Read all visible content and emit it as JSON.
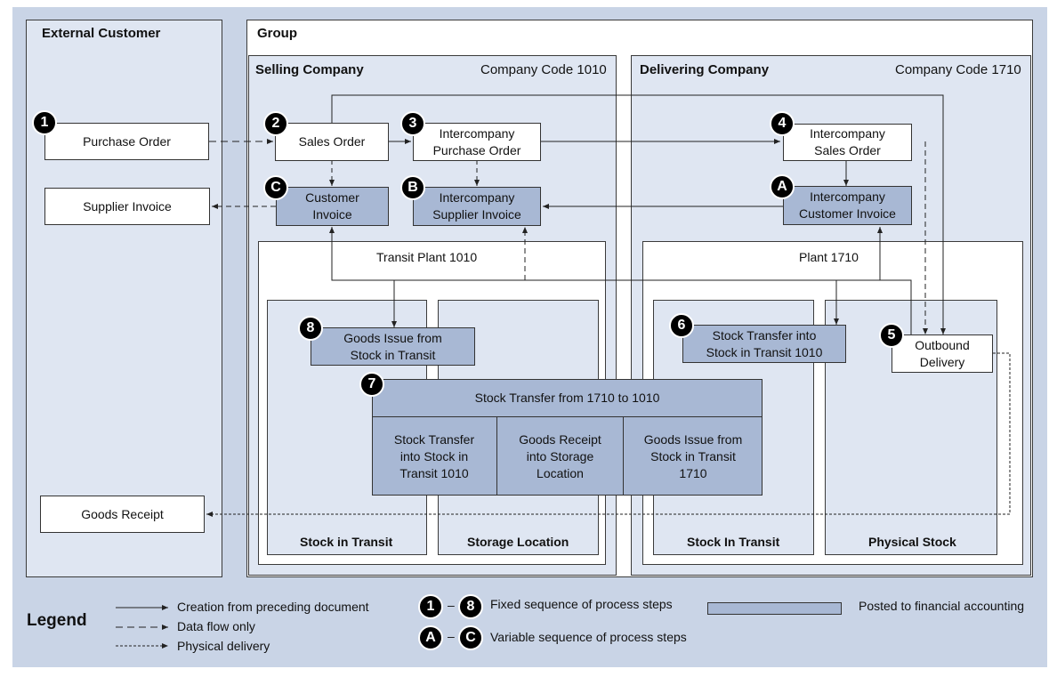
{
  "lanes": {
    "external": "External Customer",
    "group": "Group",
    "selling": "Selling Company",
    "selling_code": "Company Code 1010",
    "delivering": "Delivering Company",
    "delivering_code": "Company Code 1710"
  },
  "plants": {
    "transit": "Transit Plant 1010",
    "plant": "Plant 1710",
    "sub_stock_transit_1": "Stock in Transit",
    "sub_storage_location": "Storage Location",
    "sub_stock_transit_2": "Stock In Transit",
    "sub_physical_stock": "Physical Stock"
  },
  "boxes": {
    "purchase_order": "Purchase Order",
    "supplier_invoice": "Supplier Invoice",
    "goods_receipt": "Goods Receipt",
    "sales_order": "Sales Order",
    "ic_purchase_order_1": "Intercompany",
    "ic_purchase_order_2": "Purchase Order",
    "customer_invoice_1": "Customer",
    "customer_invoice_2": "Invoice",
    "ic_supplier_invoice_1": "Intercompany",
    "ic_supplier_invoice_2": "Supplier Invoice",
    "ic_sales_order_1": "Intercompany",
    "ic_sales_order_2": "Sales Order",
    "ic_customer_invoice_1": "Intercompany",
    "ic_customer_invoice_2": "Customer Invoice",
    "gi_transit_1": "Goods Issue from",
    "gi_transit_2": "Stock in Transit",
    "st_into_transit_1": "Stock Transfer into",
    "st_into_transit_2": "Stock in Transit 1010",
    "outbound_1": "Outbound",
    "outbound_2": "Delivery",
    "st_1710_title": "Stock Transfer from 1710 to 1010",
    "st_cell1_1": "Stock Transfer",
    "st_cell1_2": "into Stock in",
    "st_cell1_3": "Transit 1010",
    "st_cell2_1": "Goods Receipt",
    "st_cell2_2": "into Storage",
    "st_cell2_3": "Location",
    "st_cell3_1": "Goods Issue from",
    "st_cell3_2": "Stock in Transit",
    "st_cell3_3": "1710"
  },
  "badges": {
    "b1": "1",
    "b2": "2",
    "b3": "3",
    "b4": "4",
    "b5": "5",
    "b6": "6",
    "b7": "7",
    "b8": "8",
    "bA": "A",
    "bB": "B",
    "bC": "C"
  },
  "legend": {
    "title": "Legend",
    "creation": "Creation from preceding document",
    "data_flow": "Data flow only",
    "physical": "Physical delivery",
    "fixed_from": "1",
    "fixed_to": "8",
    "fixed": "Fixed sequence of process steps",
    "var_from": "A",
    "var_to": "C",
    "variable": "Variable sequence of process steps",
    "dash": "–",
    "posted": "Posted to financial accounting"
  },
  "colors": {
    "background": "#c9d4e6",
    "fi_box": "#a8b8d4",
    "white": "#ffffff",
    "line": "#333333"
  }
}
